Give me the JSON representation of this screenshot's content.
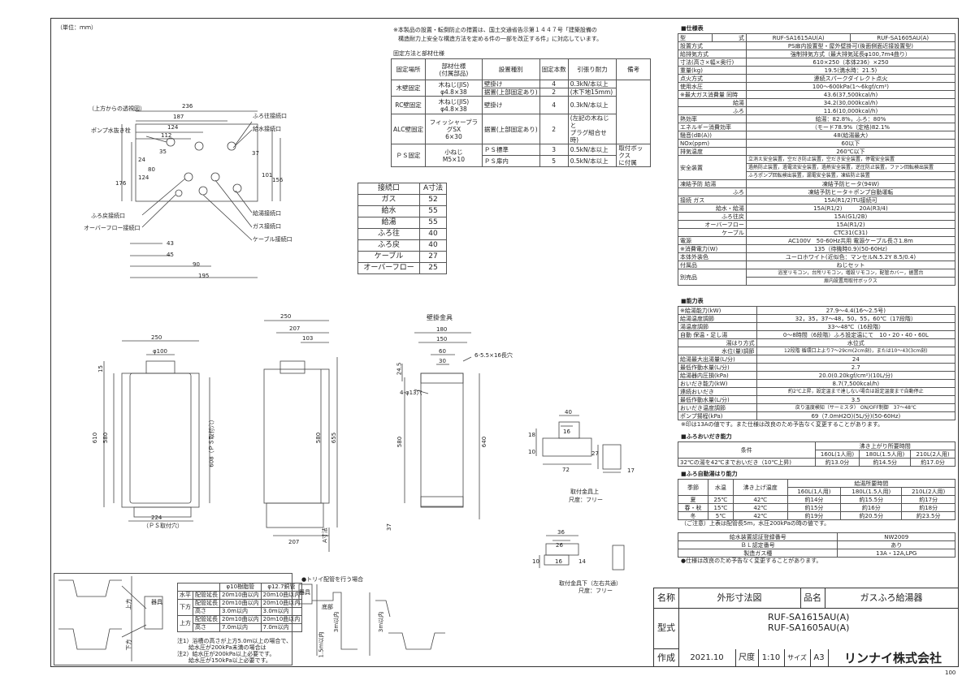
{
  "unit_note": "（単位：ｍｍ）",
  "page_no": "100",
  "notice": {
    "line1": "※本製品の設置・転倒防止の措置は、国土交通省告示第１４４７号「建築設備の",
    "line2": "構造耐力上安全な構造方法を定める件の一部を改正する件」に対応しています。"
  },
  "fix_table": {
    "title": "固定方法と部材仕様",
    "headers": [
      "固定場所",
      "部材仕様\n(付属部品)",
      "設置種別",
      "固定本数",
      "引張り耐力",
      "備考"
    ],
    "rows": [
      [
        "木壁固定",
        "木ねじ(JIS)\nφ4.8×38",
        "壁掛け",
        "4",
        "0.3kN/本以上",
        ""
      ],
      [
        "",
        "",
        "据置(上部固定あり)",
        "2",
        "(木下地15mm)",
        ""
      ],
      [
        "RC壁固定",
        "木ねじ(JIS)\nφ4.8×38",
        "壁掛け",
        "4",
        "0.3kN/本以上",
        ""
      ],
      [
        "ALC壁固定",
        "フィッシャープラグSX\n6×30",
        "据置(上部固定あり)",
        "2",
        "(左記の木ねじと\nプラグ組合せ時)",
        ""
      ],
      [
        "ＰＳ固定",
        "小ねじ\nM5×10",
        "ＰＳ標準",
        "3",
        "0.5kN/本以上",
        "取付ボックス\nに付属"
      ],
      [
        "",
        "",
        "ＰＳ扉内",
        "5",
        "0.5kN/本以上",
        ""
      ]
    ]
  },
  "top_view": {
    "title": "（上方からの透視図）",
    "dims": [
      "236",
      "187",
      "124",
      "112",
      "35",
      "24",
      "80",
      "124",
      "176",
      "37",
      "101",
      "156",
      "43",
      "45",
      "90",
      "195"
    ],
    "labels": [
      "ポンプ水抜き栓",
      "ふろ往接続口",
      "給水接続口",
      "ふろ戻接続口",
      "オーバーフロー接続口",
      "給湯接続口",
      "ガス接続口",
      "ケーブル接続口"
    ]
  },
  "a_table": {
    "headers": [
      "接続口",
      "A寸法"
    ],
    "rows": [
      [
        "ガス",
        "52"
      ],
      [
        "給水",
        "55"
      ],
      [
        "給湯",
        "55"
      ],
      [
        "ふろ往",
        "40"
      ],
      [
        "ふろ戻",
        "40"
      ],
      [
        "ケーブル",
        "27"
      ],
      [
        "オーバーフロー",
        "25"
      ]
    ]
  },
  "front_view": {
    "dims": [
      "250",
      "φ100",
      "15",
      "610",
      "580",
      "608（ＰＳ取付穴）",
      "224",
      "（ＰＳ取付穴）"
    ]
  },
  "side_view": {
    "dims": [
      "250",
      "207",
      "103",
      "580",
      "655",
      "207",
      "A寸法"
    ]
  },
  "wall_bracket": {
    "title": "壁掛金具",
    "dims": [
      "180",
      "150",
      "60",
      "30",
      "6-5.5×16長穴",
      "24.5",
      "4-φ13穴",
      "580",
      "640",
      "37"
    ]
  },
  "bracket_upper": {
    "title": "取付金具上",
    "scale": "尺度：フリー",
    "dims": [
      "40",
      "16",
      "18",
      "10",
      "27",
      "72",
      "17"
    ]
  },
  "bracket_lower": {
    "title": "取付金具下（左右共通）",
    "scale": "尺度：フリー",
    "dims": [
      "36",
      "26",
      "10",
      "16",
      "14"
    ]
  },
  "pipe_table": {
    "headers": [
      "",
      "φ10樹脂管",
      "φ12.7銅管"
    ],
    "rows": [
      [
        "水平",
        "配管延長",
        "20m10曲以内",
        "20m10曲以内"
      ],
      [
        "下方",
        "配管延長",
        "20m10曲以内",
        "20m10曲以内"
      ],
      [
        "",
        "高さ",
        "3.0m以内",
        "3.0m以内"
      ],
      [
        "上方",
        "配管延長",
        "20m10曲以内",
        "20m10曲以内"
      ],
      [
        "",
        "高さ",
        "7.0m以内",
        "7.0m以内"
      ]
    ]
  },
  "pipe_notes": [
    "注1）浴槽の高さが上方5.0m以上の場合で、",
    "　　給水圧が200kPa未満の場合は",
    "注2）給水圧が200kPa以上必要です。",
    "　　給水圧が150kPa以上必要です。"
  ],
  "trap_title": "●トリイ配管を行う場合",
  "trap_labels": [
    "器具",
    "底部",
    "上方",
    "下方",
    "3m以内",
    "1.5m以内",
    "3m以内"
  ],
  "spec": {
    "title": "■仕様表",
    "model_header": [
      "型",
      "式",
      "RUF-SA1615AU(A)",
      "RUF-SA1605AU(A)"
    ],
    "rows": [
      [
        "設置方式",
        "PS扉内設置型・屋外壁掛可(後面側面近接設置型)"
      ],
      [
        "給排気方式",
        "強制排気方式（最大排気延長φ100,7m4曲り）"
      ],
      [
        "寸法(高さ×幅×奥行)",
        "610×250（本体236）×250"
      ],
      [
        "重量(kg)",
        "19.5(満水時：21.5)"
      ],
      [
        "点火方式",
        "連続スパークダイレクト点火"
      ],
      [
        "使用水圧",
        "100〜600kPa(1〜6kgf/cm²)"
      ],
      [
        "※最大ガス消費量 同時",
        "43.6(37,500kcal/h)"
      ],
      [
        "給湯",
        "34.2(30,000kcal/h)"
      ],
      [
        "ふろ",
        "11.6(10,000kcal/h)"
      ],
      [
        "熱効率",
        "給湯：82.8%，ふろ：80%"
      ],
      [
        "エネルギー消費効率",
        "（モード78.9%（定格)82.1%"
      ],
      [
        "騒音(dB(A))",
        "48(給湯最大)"
      ],
      [
        "NOx(ppm)",
        "60以下"
      ],
      [
        "排気温度",
        "260℃以下"
      ],
      [
        "安全装置",
        "立消え安全装置，空だき防止装置，空だき安全装置，停電安全装置"
      ],
      [
        "",
        "過熱防止装置，過電流安全装置，過熱安全装置，逆圧防止装置，ファン回転検出装置"
      ],
      [
        "",
        "ふろポンプ回転検出装置，漏電安全装置，凍結防止装置"
      ],
      [
        "凍結予防 給湯",
        "凍結予防ヒータ(94W)"
      ],
      [
        "ふろ",
        "凍結予防ヒータ＋ポンプ自動運転"
      ],
      [
        "接続 ガス",
        "15A(R1/2)TU接続可"
      ],
      [
        "給水・給湯",
        "15A(R1/2)　　　20A(R3/4)"
      ],
      [
        "ふろ往戻",
        "15A(G1/2B)"
      ],
      [
        "オーバーフロー",
        "15A(R1/2)"
      ],
      [
        "ケーブル",
        "CTC31(C31)"
      ],
      [
        "電源",
        "AC100V　50-60Hz共用 電源ケーブル長さ1.8m"
      ],
      [
        "※消費電力(W)",
        "135（待機時0.9)(50-60Hz)"
      ],
      [
        "本体外装色",
        "ユーロホワイト(近似色：マンセルN.5.2Y 8.5/0.4)"
      ],
      [
        "付属品",
        "ねじセット"
      ],
      [
        "別売品",
        "浴室リモコン，台所リモコン，増設リモコン，配管カバー，据置台"
      ],
      [
        "",
        "扉内設置用取付ボックス"
      ]
    ]
  },
  "capacity": {
    "title": "■能力表",
    "rows": [
      [
        "※給湯能力(kW)",
        "27.9〜4.4(16〜2.5号)"
      ],
      [
        "給湯温度調節",
        "32，35，37〜48，50，55，60℃（17段階）"
      ],
      [
        "湯温度調節",
        "33〜48℃（16段階）"
      ],
      [
        "自動 保温・足し湯",
        "0〜8時間（6段階）ふろ設定温にて　10・20・40・60L"
      ],
      [
        "湯はり方式",
        "水位式"
      ],
      [
        "水位(量)調節",
        "12段階 循環口上より7〜29cm(2cm刻)，または10〜43(3cm刻)"
      ],
      [
        "給湯最大出湯量(L/分)",
        "24"
      ],
      [
        "最低作動水量(L/分)",
        "2.7"
      ],
      [
        "給湯器内圧損(kPa)",
        "20.0(0.20kgf/cm²)(10L/分)"
      ],
      [
        "おいだき能力(kW)",
        "8.7(7,500kcal/h)"
      ],
      [
        "連続おいだき",
        "約2℃上昇，設定温まで達しない場合は設定温度まで自動停止"
      ],
      [
        "最低作動水量(L/分)",
        "3.5"
      ],
      [
        "おいだき温度調節",
        "戻り温度検知（サーミスタ） ON/OFF制御　37〜48℃"
      ],
      [
        "ポンプ揚程(kPa)",
        "69（7.0mH2O)(5L/分)(50-60Hz)"
      ]
    ],
    "note": "※印は13Aの値です。また仕様は改良のため予告なく変更することがあります。"
  },
  "reheat": {
    "title": "■ふろおいだき能力",
    "headers": [
      "条件",
      "沸き上がり所要時間",
      "160L(1人用)",
      "180L(1.5人用)",
      "210L(2人用)"
    ],
    "row": [
      "32℃の湯を42℃までおいだき（10℃上昇)",
      "約13.0分",
      "約14.5分",
      "約17.0分"
    ]
  },
  "autofill": {
    "title": "■ふろ自動湯はり能力",
    "headers": [
      "季節",
      "水温",
      "沸き上げ温度",
      "給湯所要時間",
      "160L(1人用)",
      "180L(1.5人用)",
      "210L(2人用)"
    ],
    "rows": [
      [
        "夏",
        "25℃",
        "42℃",
        "約14分",
        "約15.5分",
        "約17分"
      ],
      [
        "春・秋",
        "15℃",
        "42℃",
        "約15分",
        "約16分",
        "約18分"
      ],
      [
        "冬",
        "5℃",
        "42℃",
        "約19分",
        "約20.5分",
        "約23.5分"
      ]
    ],
    "note": "（ご注意）上表は配管長5m，水圧200kPaの時の値です。"
  },
  "cert": {
    "rows": [
      [
        "給水装置認証登録番号",
        "NW2009"
      ],
      [
        "ＢＬ認定番号",
        "あり"
      ],
      [
        "製造ガス種",
        "13A・12A,LPG"
      ]
    ],
    "note": "●仕様は改良のため予告なく変更することがあります。"
  },
  "title_block": {
    "name_label": "名称",
    "name_value": "外形寸法図",
    "product_label": "品名",
    "product_value": "ガスふろ給湯器",
    "model_label": "型式",
    "model_value1": "RUF-SA1615AU(A)",
    "model_value2": "RUF-SA1605AU(A)",
    "made_label": "作成",
    "date": "2021.10",
    "scale_label": "尺度",
    "scale_value": "1:10",
    "size_label": "サイズ",
    "size_value": "A3",
    "company": "リンナイ株式会社"
  }
}
